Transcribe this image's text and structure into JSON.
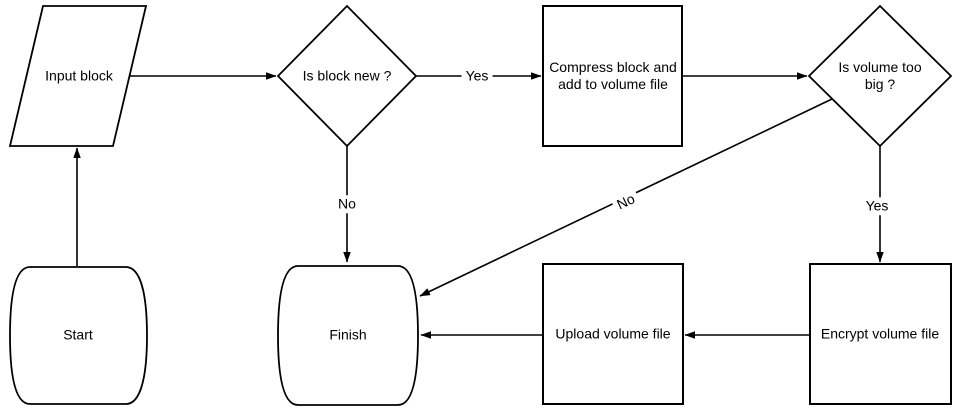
{
  "diagram": {
    "type": "flowchart",
    "colors": {
      "background": "#ffffff",
      "line": "#000000",
      "text": "#000000"
    },
    "nodes": {
      "input_block": {
        "label": "Input block",
        "shape": "parallelogram"
      },
      "is_block_new": {
        "label": "Is block new ?",
        "shape": "decision-diamond"
      },
      "compress_block": {
        "label": "Compress block and add to volume file",
        "shape": "process-rectangle"
      },
      "is_volume_too_big": {
        "label": "Is volume too big ?",
        "shape": "decision-diamond"
      },
      "start": {
        "label": "Start",
        "shape": "terminator"
      },
      "finish": {
        "label": "Finish",
        "shape": "terminator"
      },
      "upload_volume_file": {
        "label": "Upload volume file",
        "shape": "process-rectangle"
      },
      "encrypt_volume_file": {
        "label": "Encrypt volume file",
        "shape": "process-rectangle"
      }
    },
    "edges": [
      {
        "from": "start",
        "to": "input_block",
        "label": ""
      },
      {
        "from": "input_block",
        "to": "is_block_new",
        "label": ""
      },
      {
        "from": "is_block_new",
        "to": "compress_block",
        "label": "Yes"
      },
      {
        "from": "compress_block",
        "to": "is_volume_too_big",
        "label": ""
      },
      {
        "from": "is_block_new",
        "to": "finish",
        "label": "No"
      },
      {
        "from": "is_volume_too_big",
        "to": "encrypt_volume_file",
        "label": "Yes"
      },
      {
        "from": "is_volume_too_big",
        "to": "finish",
        "label": "No"
      },
      {
        "from": "encrypt_volume_file",
        "to": "upload_volume_file",
        "label": ""
      },
      {
        "from": "upload_volume_file",
        "to": "finish",
        "label": ""
      }
    ]
  }
}
